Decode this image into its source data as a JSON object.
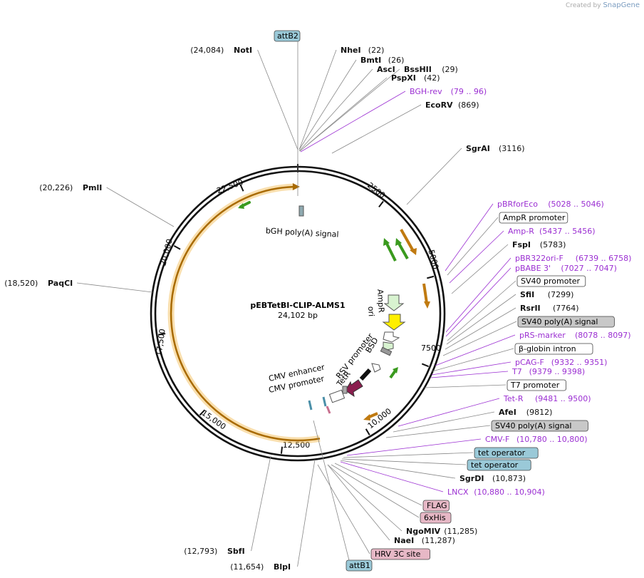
{
  "watermark": {
    "prefix": "Created by",
    "brand": "SnapGene"
  },
  "plasmid": {
    "name": "pEBTetBI-CLIP-ALMS1",
    "size_label": "24,102 bp"
  },
  "ticks": [
    "2500",
    "5000",
    "7500",
    "10,000",
    "12,500",
    "15,000",
    "17,500",
    "20,000",
    "22,500"
  ],
  "inner_features": {
    "bgh": "bGH poly(A) signal",
    "ampr": "AmpR",
    "ori": "ori",
    "bsd": "BSD",
    "rsv": "RSV promoter",
    "tetr": "TetR",
    "cmv_enh": "CMV enhancer",
    "cmv_prom": "CMV promoter"
  },
  "right_labels": [
    {
      "kind": "enzyme",
      "name": "NheI",
      "pos": "(22)"
    },
    {
      "kind": "enzyme",
      "name": "BmtI",
      "pos": "(26)"
    },
    {
      "kind": "enzyme",
      "name": "AscI",
      "pos": ""
    },
    {
      "kind": "enzyme",
      "name": "BssHII",
      "pos": "(29)"
    },
    {
      "kind": "enzyme",
      "name": "PspXI",
      "pos": "(42)"
    },
    {
      "kind": "primer",
      "name": "BGH-rev",
      "pos": "(79 .. 96)"
    },
    {
      "kind": "enzyme",
      "name": "EcoRV",
      "pos": "(869)"
    },
    {
      "kind": "enzyme",
      "name": "SgrAI",
      "pos": "(3116)"
    },
    {
      "kind": "primer",
      "name": "pBRforEco",
      "pos": "(5028 .. 5046)"
    },
    {
      "kind": "box",
      "name": "AmpR promoter",
      "pos": ""
    },
    {
      "kind": "primer",
      "name": "Amp-R",
      "pos": "(5437 .. 5456)"
    },
    {
      "kind": "enzyme",
      "name": "FspI",
      "pos": "(5783)"
    },
    {
      "kind": "primer",
      "name": "pBR322ori-F",
      "pos": "(6739 .. 6758)"
    },
    {
      "kind": "primer",
      "name": "pBABE 3'",
      "pos": "(7027 .. 7047)"
    },
    {
      "kind": "box",
      "name": "SV40 promoter",
      "pos": ""
    },
    {
      "kind": "enzyme",
      "name": "SfiI",
      "pos": "(7299)"
    },
    {
      "kind": "enzyme",
      "name": "RsrII",
      "pos": "(7764)"
    },
    {
      "kind": "gray",
      "name": "SV40 poly(A) signal",
      "pos": ""
    },
    {
      "kind": "primer",
      "name": "pRS-marker",
      "pos": "(8078 .. 8097)"
    },
    {
      "kind": "box",
      "name": "β-globin intron",
      "pos": ""
    },
    {
      "kind": "primer",
      "name": "pCAG-F",
      "pos": "(9332 .. 9351)"
    },
    {
      "kind": "primer",
      "name": "T7",
      "pos": "(9379 .. 9398)"
    },
    {
      "kind": "box",
      "name": "T7 promoter",
      "pos": ""
    },
    {
      "kind": "primer",
      "name": "Tet-R",
      "pos": "(9481 .. 9500)"
    },
    {
      "kind": "enzyme",
      "name": "AfeI",
      "pos": "(9812)"
    },
    {
      "kind": "gray",
      "name": "SV40 poly(A) signal",
      "pos": ""
    },
    {
      "kind": "primer",
      "name": "CMV-F",
      "pos": "(10,780 .. 10,800)"
    },
    {
      "kind": "blue",
      "name": "tet operator",
      "pos": ""
    },
    {
      "kind": "blue",
      "name": "tet operator",
      "pos": ""
    },
    {
      "kind": "enzyme",
      "name": "SgrDI",
      "pos": "(10,873)"
    },
    {
      "kind": "primer",
      "name": "LNCX",
      "pos": "(10,880 .. 10,904)"
    },
    {
      "kind": "pink",
      "name": "FLAG",
      "pos": ""
    },
    {
      "kind": "pink",
      "name": "6xHis",
      "pos": ""
    },
    {
      "kind": "enzyme",
      "name": "NgoMIV",
      "pos": "(11,285)"
    },
    {
      "kind": "enzyme",
      "name": "NaeI",
      "pos": "(11,287)"
    },
    {
      "kind": "pink",
      "name": "HRV 3C site",
      "pos": ""
    }
  ],
  "left_labels": [
    {
      "kind": "enzyme",
      "name": "NotI",
      "pos": "(24,084)"
    },
    {
      "kind": "enzyme",
      "name": "PmlI",
      "pos": "(20,226)"
    },
    {
      "kind": "enzyme",
      "name": "PaqCI",
      "pos": "(18,520)"
    },
    {
      "kind": "enzyme",
      "name": "SbfI",
      "pos": "(12,793)"
    },
    {
      "kind": "enzyme",
      "name": "BlpI",
      "pos": "(11,654)"
    }
  ],
  "top_box": {
    "name": "attB2"
  },
  "bottom_box": {
    "name": "attB1"
  },
  "colors": {
    "primer": "#9b2fd2",
    "orf": "#f2b84b",
    "green": "#3a9a1e",
    "blue_box": "#9ac9d8",
    "gray_box": "#c8c8c8",
    "pink_box": "#e7b8c6",
    "tetr": "#8a1e4e",
    "ori": "#ffef00"
  }
}
